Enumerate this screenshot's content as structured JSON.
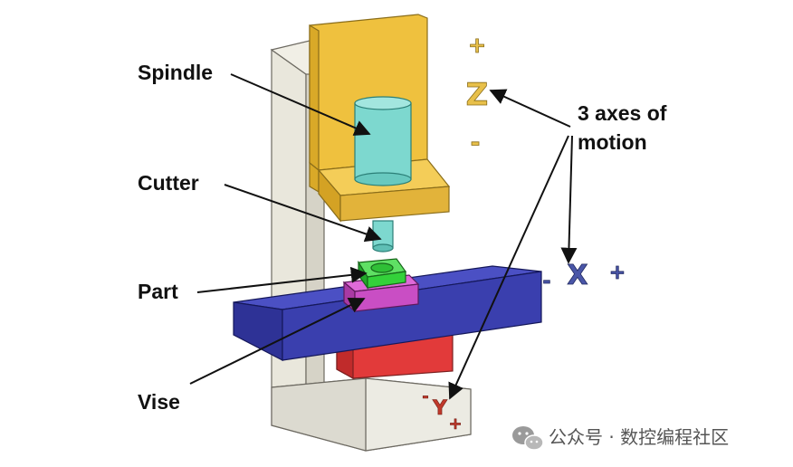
{
  "labels": {
    "spindle": "Spindle",
    "cutter": "Cutter",
    "part": "Part",
    "vise": "Vise",
    "axes_line1": "3 axes of",
    "axes_line2": "motion"
  },
  "axes": {
    "z": {
      "plus": "+",
      "letter": "Z",
      "minus": "-",
      "color": "#e8c04a"
    },
    "x": {
      "minus": "-",
      "letter": "X",
      "plus": "+",
      "color": "#4a56a8"
    },
    "y": {
      "minus": "-",
      "letter": "Y",
      "plus": "+",
      "color": "#c0392b"
    }
  },
  "watermark": {
    "icon": "wechat-icon",
    "text": "公众号 · 数控编程社区"
  },
  "colors": {
    "column": "#e6e3d8",
    "head": "#efc13e",
    "spindle": "#7dd8cf",
    "table": "#3a3fae",
    "saddle": "#e23a3a",
    "part": "#33d13a",
    "vise": "#c94ec4"
  }
}
